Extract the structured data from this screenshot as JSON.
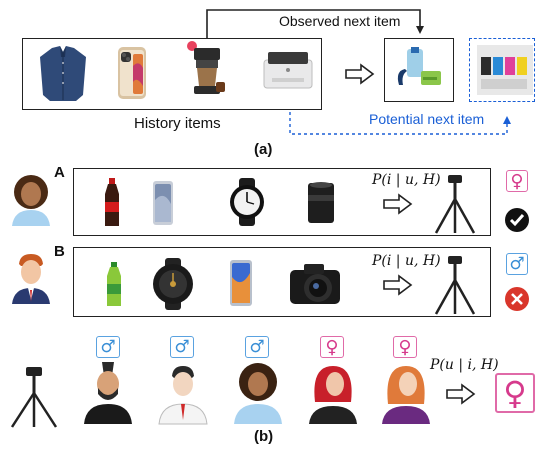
{
  "panel_a": {
    "observed_label": "Observed next item",
    "history_label": "History items",
    "potential_label": "Potential next item",
    "caption": "(a)"
  },
  "panel_b": {
    "row_a": {
      "letter": "A",
      "formula": "P(i | u, H)",
      "gender_symbol": "♀"
    },
    "row_b": {
      "letter": "B",
      "formula": "P(i | u, H)",
      "gender_symbol": "♂"
    },
    "bottom_formula": "P(u | i, H)",
    "bottom_symbols": [
      "♂",
      "♂",
      "♂",
      "♀",
      "♀"
    ],
    "bottom_result_symbol": "♀",
    "caption": "(b)"
  },
  "colors": {
    "male": "#3a8fd6",
    "female": "#d63a8c",
    "check": "#111111",
    "cross": "#d9362b",
    "potential_link": "#1a5fd6"
  },
  "icons": {
    "correct": "check-circle-icon",
    "wrong": "cross-circle-icon",
    "arrow": "hollow-arrow-icon"
  }
}
